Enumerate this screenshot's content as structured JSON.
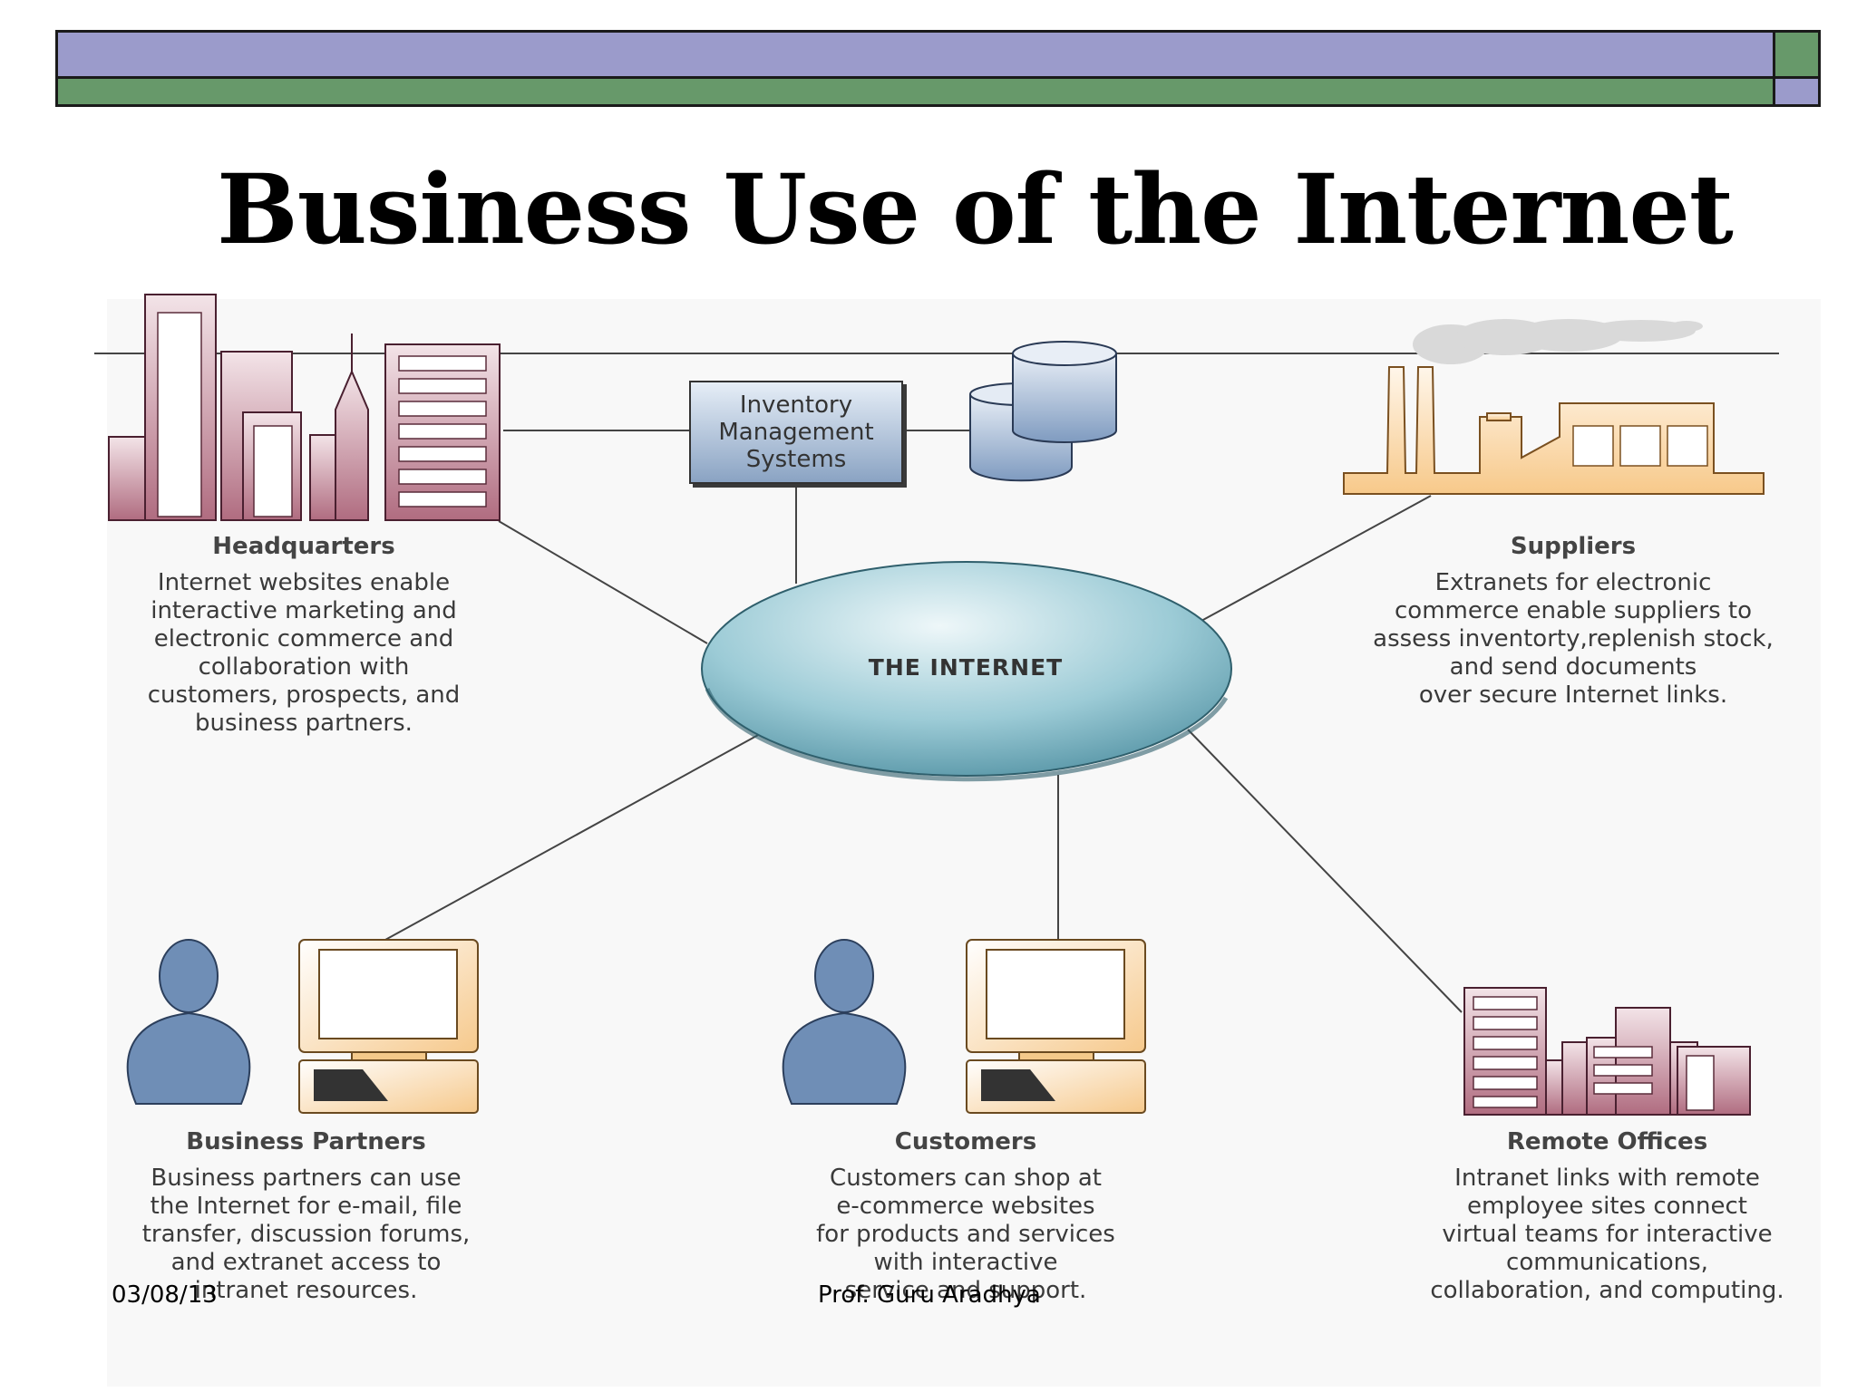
{
  "slide": {
    "title": "Business Use of the Internet",
    "footer_date": "03/08/13",
    "footer_author": "Prof. Guru Aradhya"
  },
  "diagram": {
    "inventory": "Inventory\nManagement\nSystems",
    "internet": "THE INTERNET",
    "nodes": {
      "headquarters": {
        "heading": "Headquarters",
        "body": "Internet websites enable\ninteractive marketing and\nelectronic commerce and\ncollaboration with\ncustomers, prospects, and\nbusiness partners."
      },
      "suppliers": {
        "heading": "Suppliers",
        "body": "Extranets for electronic\ncommerce enable suppliers to\nassess inventorty,replenish stock,\nand send documents\nover secure Internet links."
      },
      "partners": {
        "heading": "Business Partners",
        "body": "Business partners can use\nthe Internet for e-mail, file\ntransfer, discussion forums,\nand extranet access to\nintranet resources."
      },
      "customers": {
        "heading": "Customers",
        "body": "Customers can shop at\ne-commerce websites\nfor products and services\nwith interactive\nservice and support."
      },
      "remote": {
        "heading": "Remote Offices",
        "body": "Intranet links with remote\nemployee sites connect\nvirtual teams for interactive\ncommunications,\ncollaboration, and computing."
      }
    }
  },
  "colors": {
    "band_purple": "#9b9bcb",
    "band_green": "#67996a",
    "building_pink": "#b77586",
    "factory_orange": "#fbd9a9",
    "person_blue": "#6f8eb6",
    "ellipse_teal": "#6aa9b8"
  }
}
